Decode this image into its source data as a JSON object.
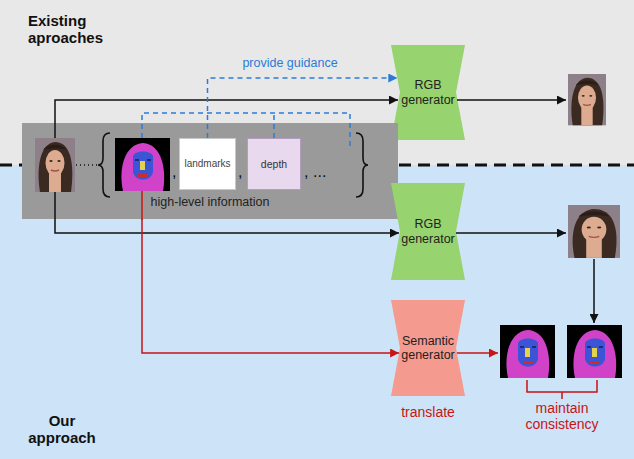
{
  "diagram": {
    "nodes": [
      {
        "text": [
          "RGB generator"
        ]
      },
      {
        "text": [
          "high-level information"
        ]
      },
      {
        "text": [
          "landmarks"
        ],
        "in": 1
      },
      {
        "text": [
          "depth"
        ],
        "in": 1
      },
      {
        "text": [
          "RGB generator"
        ]
      },
      {
        "text": [
          "Semantic generator"
        ]
      }
    ],
    "edges": [
      {
        "from": 2,
        "to": 0,
        "arrow": "to",
        "label": "provide guidance"
      },
      {
        "from": 1,
        "to": 5,
        "arrow": "to"
      }
    ],
    "labels": [
      "Existing aproaches",
      ",",
      ",",
      ",",
      "...",
      "translate",
      "maintain consistency",
      "Our approach"
    ]
  }
}
